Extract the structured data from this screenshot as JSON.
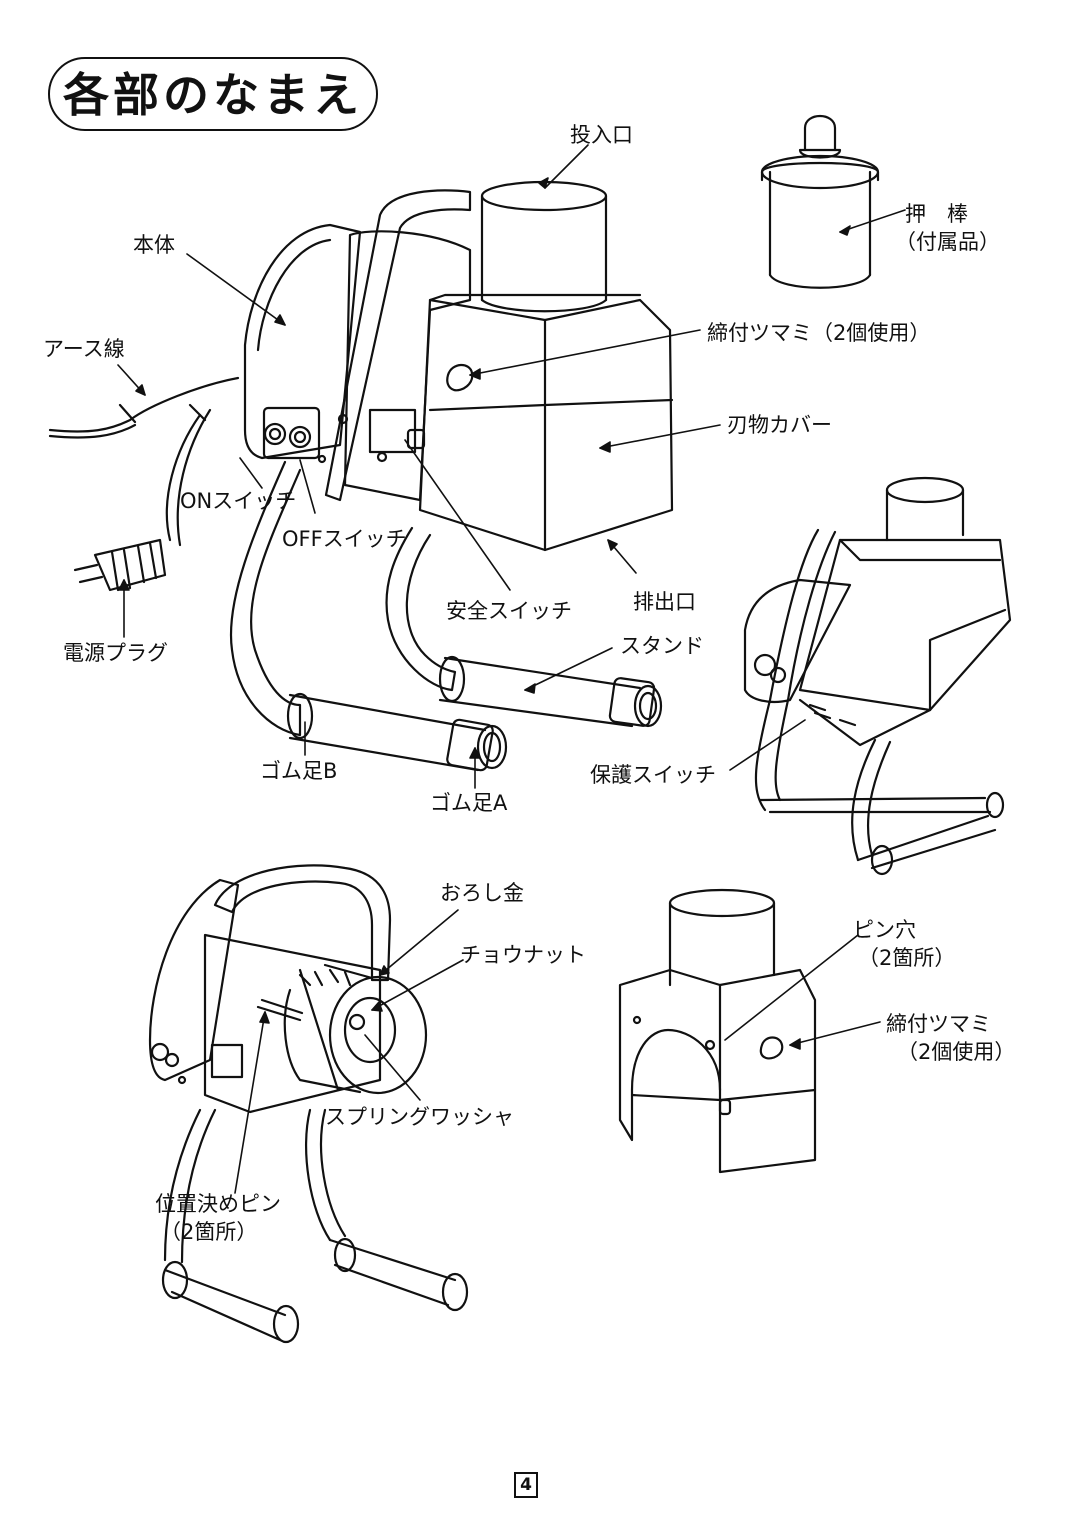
{
  "title": "各部のなまえ",
  "labels": {
    "inlet": "投入口",
    "pusher_line1": "押　棒",
    "pusher_line2": "（付属品）",
    "body": "本体",
    "knob_main": "締付ツマミ（2個使用）",
    "earth_wire": "アース線",
    "blade_cover": "刃物カバー",
    "on_switch": "ONスイッチ",
    "off_switch": "OFFスイッチ",
    "outlet": "排出口",
    "safety_switch": "安全スイッチ",
    "power_plug": "電源プラグ",
    "stand": "スタンド",
    "rubber_foot_b": "ゴム足B",
    "rubber_foot_a": "ゴム足A",
    "protect_switch": "保護スイッチ",
    "grater": "おろし金",
    "wing_nut": "チョウナット",
    "pin_hole_line1": "ピン穴",
    "pin_hole_line2": "（2箇所）",
    "knob2_line1": "締付ツマミ",
    "knob2_line2": "（2個使用）",
    "spring_washer": "スプリングワッシャ",
    "position_pin_line1": "位置決めピン",
    "position_pin_line2": "（2箇所）"
  },
  "page_number": "4"
}
